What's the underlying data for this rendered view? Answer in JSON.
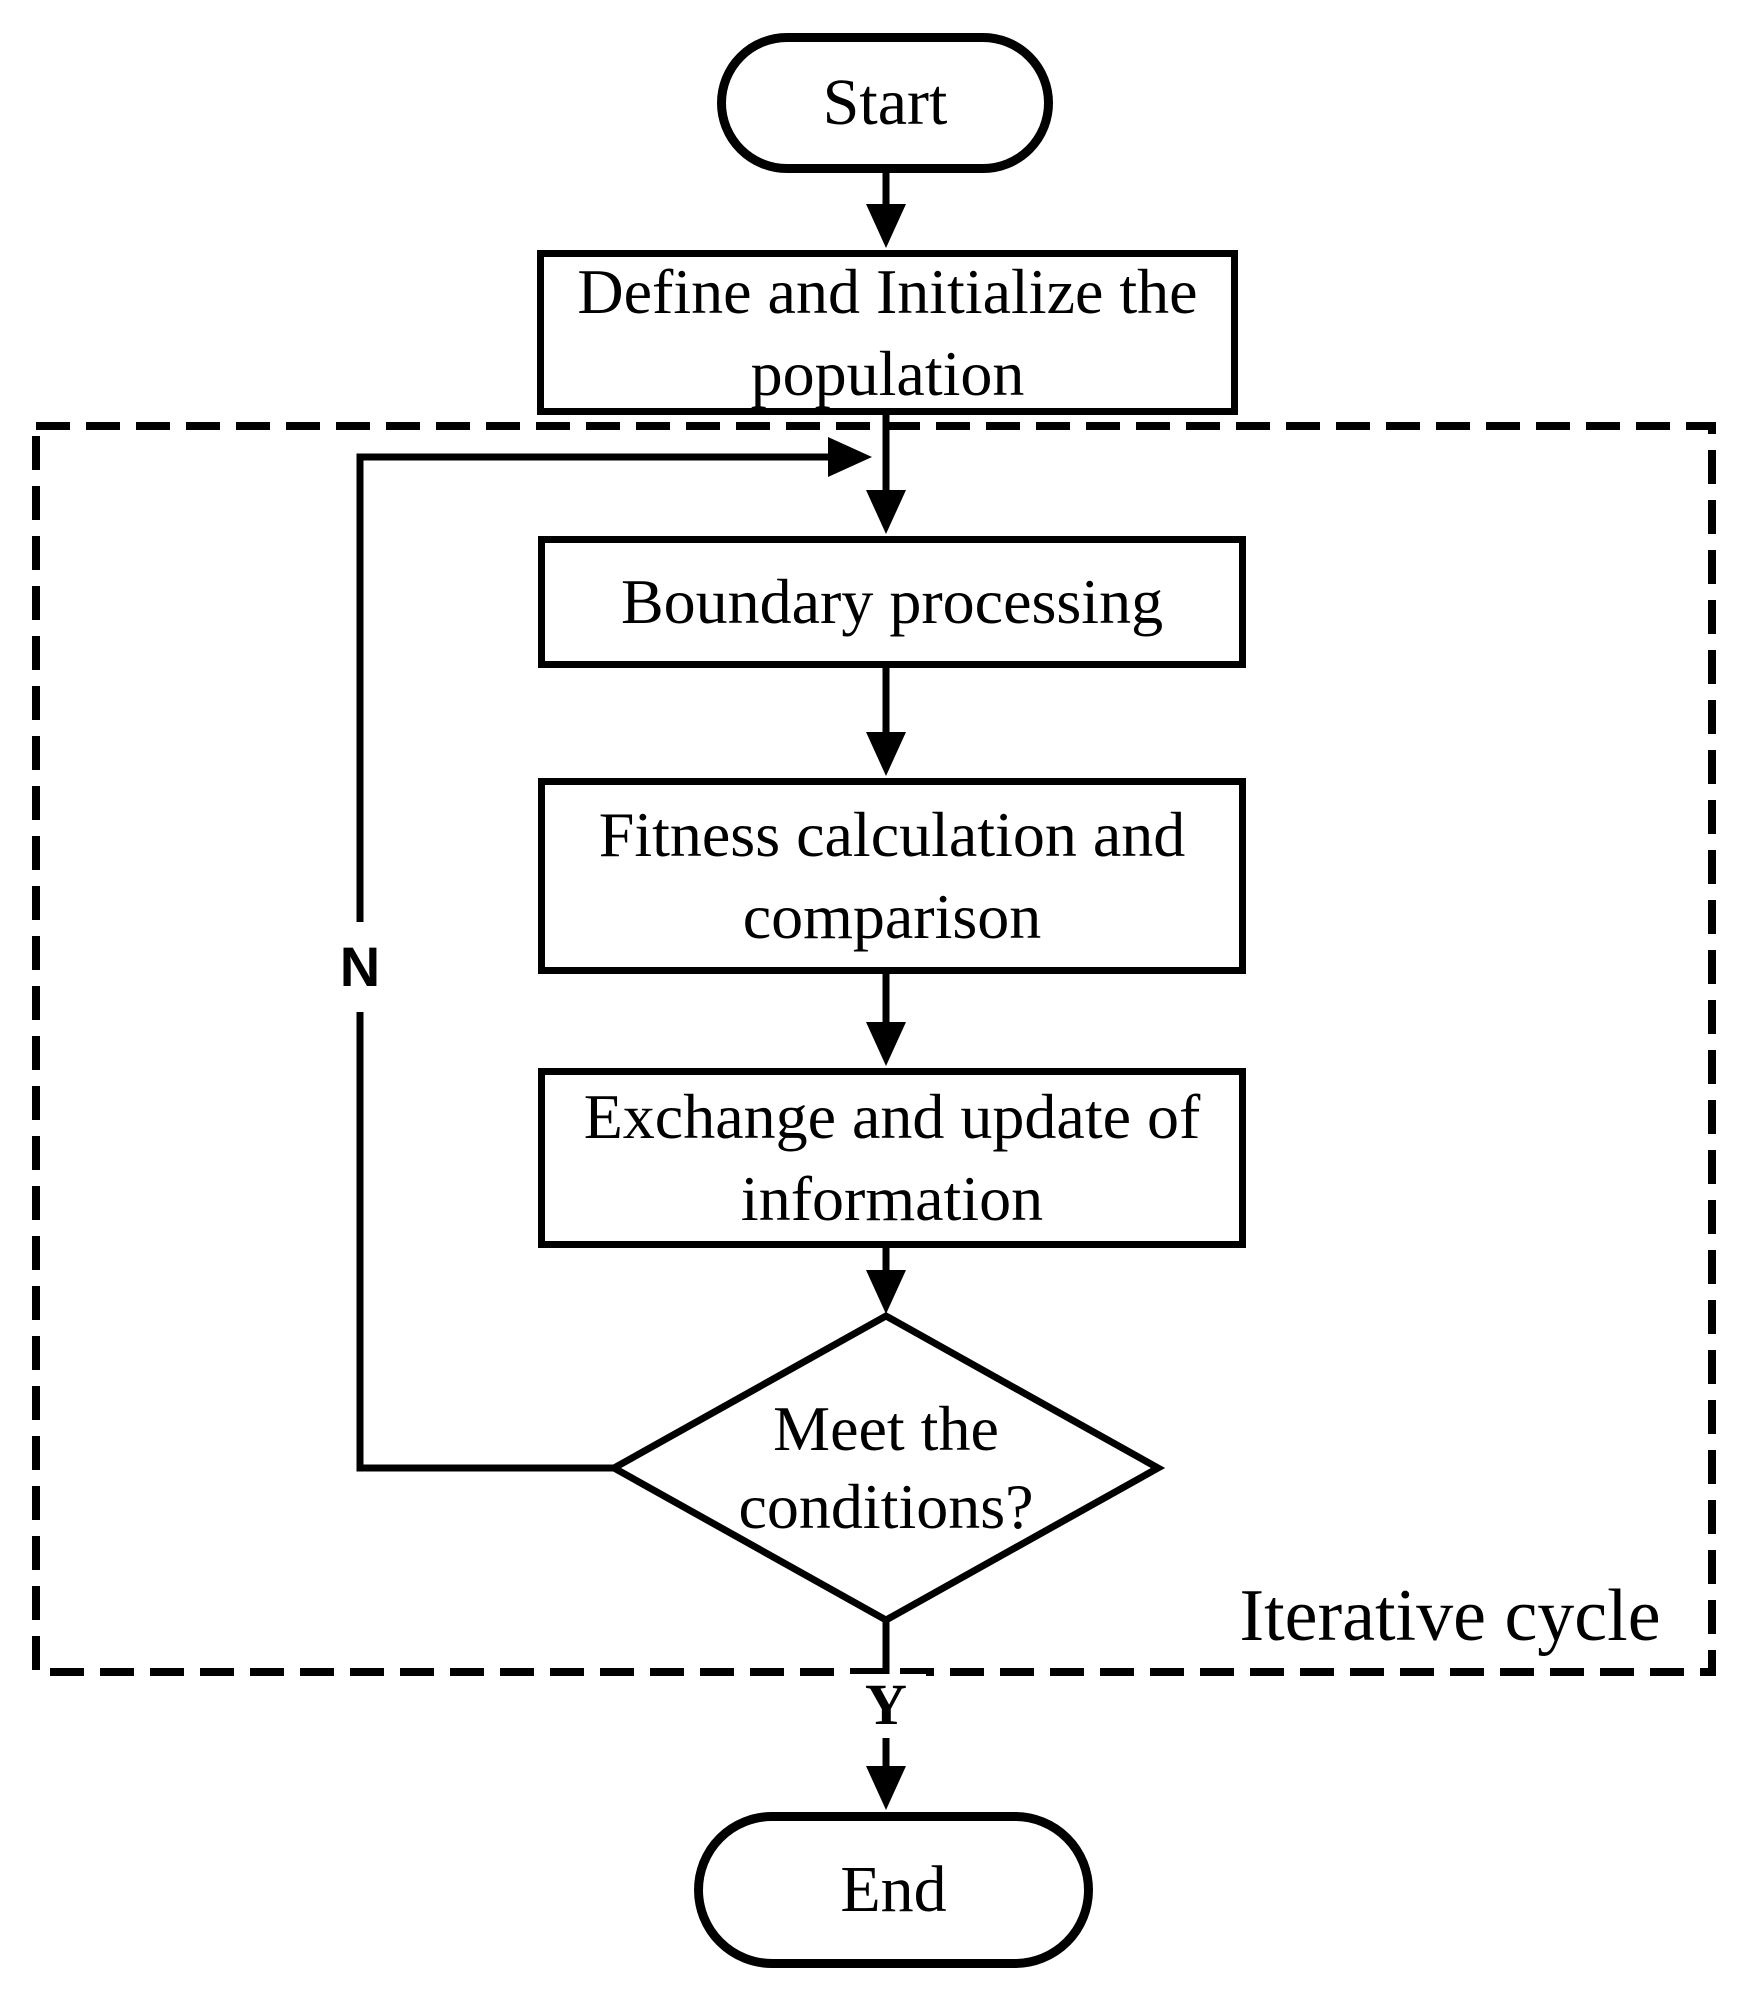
{
  "colors": {
    "ink": "#000000",
    "paper": "#ffffff"
  },
  "flowchart": {
    "start": {
      "label": "Start"
    },
    "define": {
      "line1": "Define and Initialize the",
      "line2": "population"
    },
    "boundary": {
      "line1": "Boundary processing"
    },
    "fitness": {
      "line1": "Fitness calculation and",
      "line2": "comparison"
    },
    "exchange": {
      "line1": "Exchange and update of",
      "line2": "information"
    },
    "decision": {
      "line1": "Meet the",
      "line2": "conditions?"
    },
    "end": {
      "label": "End"
    },
    "labels": {
      "no_branch": "N",
      "yes_branch": "Y",
      "region": "Iterative cycle"
    }
  }
}
